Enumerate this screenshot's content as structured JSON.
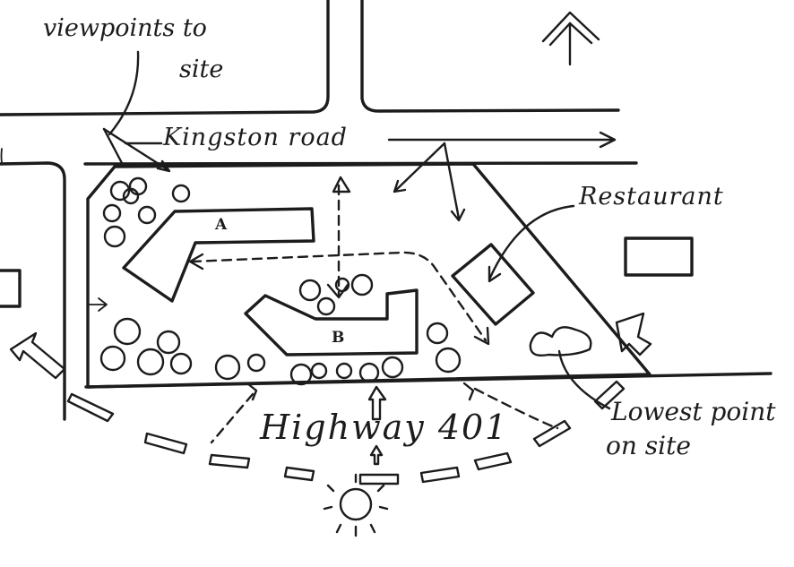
{
  "labels": {
    "viewpoints_line1": "viewpoints to",
    "viewpoints_line2": "site",
    "road": "Kingston road",
    "restaurant": "Restaurant",
    "building_a": "A",
    "building_b": "B",
    "highway": "Highway 401",
    "lowest_line1": "Lowest point",
    "lowest_line2": "on site"
  },
  "ink_color": "#1c1c1c"
}
